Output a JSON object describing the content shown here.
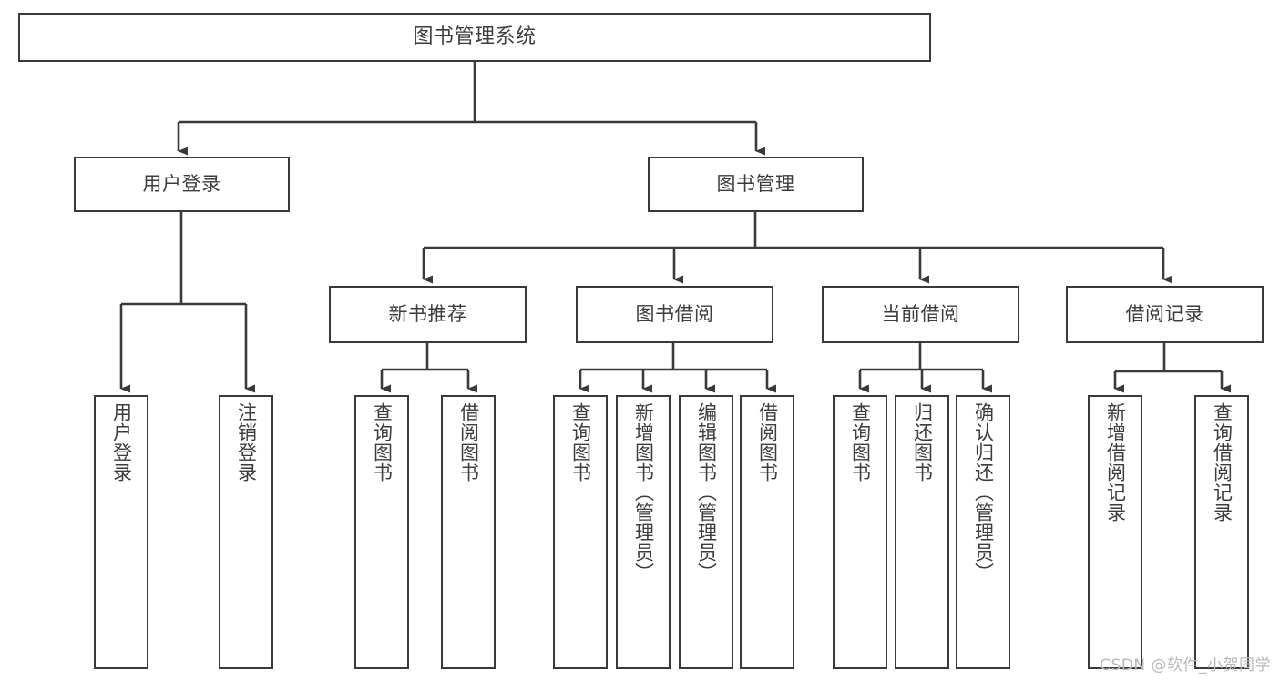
{
  "diagram": {
    "type": "tree-hierarchy-chart",
    "title": "图书管理系统",
    "watermark": "CSDN @软件_小贺同学",
    "colors": {
      "box_border": "#3a3a3a",
      "box_fill": "#ffffff",
      "connector": "#3a3a3a",
      "text": "#3d3d3d",
      "watermark": "#b9b9b9",
      "background": "#ffffff"
    },
    "nodes": {
      "root": {
        "label": "图书管理系统"
      },
      "level1": [
        {
          "label": "用户登录"
        },
        {
          "label": "图书管理"
        }
      ],
      "level2": [
        {
          "label": "新书推荐"
        },
        {
          "label": "图书借阅"
        },
        {
          "label": "当前借阅"
        },
        {
          "label": "借阅记录"
        }
      ],
      "leaves_user_login": [
        {
          "label": "用户登录"
        },
        {
          "label": "注销登录"
        }
      ],
      "leaves_new_book": [
        {
          "label": "查询图书"
        },
        {
          "label": "借阅图书"
        }
      ],
      "leaves_borrow": [
        {
          "label": "查询图书"
        },
        {
          "label": "新增图书（管理员）"
        },
        {
          "label": "编辑图书（管理员）"
        },
        {
          "label": "借阅图书"
        }
      ],
      "leaves_current": [
        {
          "label": "查询图书"
        },
        {
          "label": "归还图书"
        },
        {
          "label": "确认归还（管理员）"
        }
      ],
      "leaves_records": [
        {
          "label": "新增借阅记录"
        },
        {
          "label": "查询借阅记录"
        }
      ]
    }
  }
}
